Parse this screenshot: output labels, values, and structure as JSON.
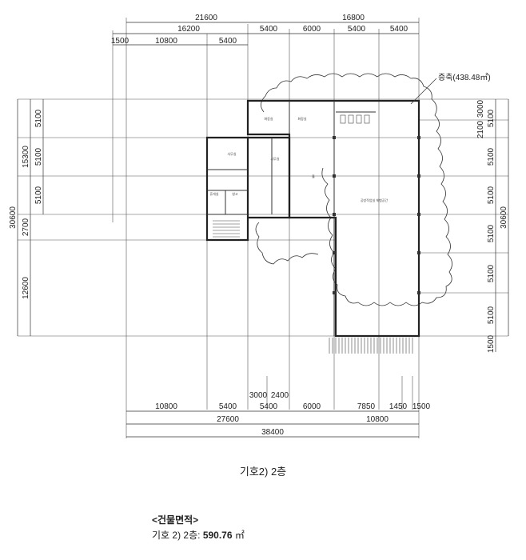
{
  "plan": {
    "dims_top_1": [
      "21600",
      "16800"
    ],
    "dims_top_2": [
      "16200",
      "5400",
      "6000",
      "5400",
      "5400"
    ],
    "dims_top_3": [
      "1500",
      "10800",
      "5400"
    ],
    "dims_bottom_1": [
      "10800",
      "5400",
      "3000",
      "2400",
      "5400",
      "6000",
      "7850",
      "1450",
      "1500"
    ],
    "dims_bottom_2": [
      "27600",
      "10800"
    ],
    "dims_bottom_3": [
      "38400"
    ],
    "dims_left_outer": [
      "30600"
    ],
    "dims_left_mid": [
      "15300",
      "2700",
      "12600"
    ],
    "dims_left_inner": [
      "5100",
      "5100",
      "5100"
    ],
    "dims_right_inner": [
      "2100",
      "3000",
      "5100",
      "5100",
      "5100",
      "5100",
      "5100",
      "5100",
      "1500"
    ],
    "dims_right_outer": [
      "30600"
    ],
    "building_area_note": "증축(438.48㎡)",
    "room_labels": [
      "화장실",
      "화장실",
      "사무실",
      "사무실",
      "휴게실",
      "창고",
      "홀",
      "공방작업실\n체험공간"
    ]
  },
  "caption": "기호2) 2층",
  "area": {
    "heading": "<건물면적>",
    "prefix": "기호 2) 2층:",
    "value": "590.76",
    "unit": "㎡"
  }
}
